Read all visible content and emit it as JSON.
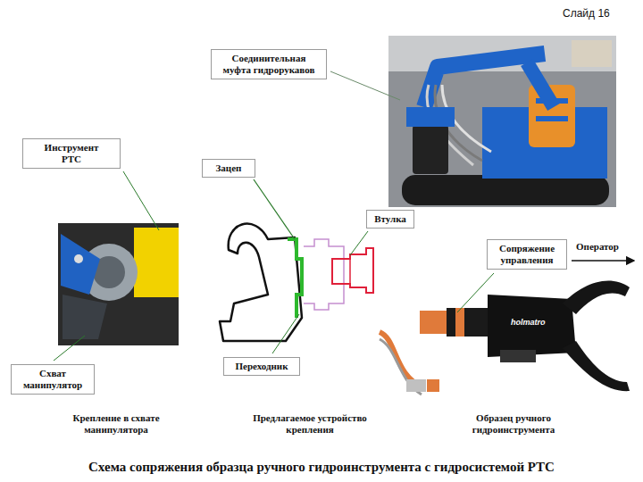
{
  "diagram": {
    "caption": "Схема сопряжения образца ручного гидроинструмента с гидросистемой РТС",
    "nodes": [
      {
        "text": [
          "Соединительная муфта гидрорукавов"
        ]
      },
      {
        "text": [
          "Инструмент РТС"
        ]
      },
      {
        "text": [
          "Зацеп"
        ]
      },
      {
        "text": [
          "Втулка"
        ]
      },
      {
        "text": [
          "Сопряжение управления"
        ]
      },
      {
        "text": [
          "Переходник"
        ]
      },
      {
        "text": [
          "Схват манипулятор"
        ]
      }
    ],
    "labels": [
      "Слайд 16",
      "Оператор",
      "holmatro",
      "Крепление в схвате манипулятора",
      "Предлагаемое устройство крепления",
      "Образец ручного гидроинструмента"
    ]
  }
}
